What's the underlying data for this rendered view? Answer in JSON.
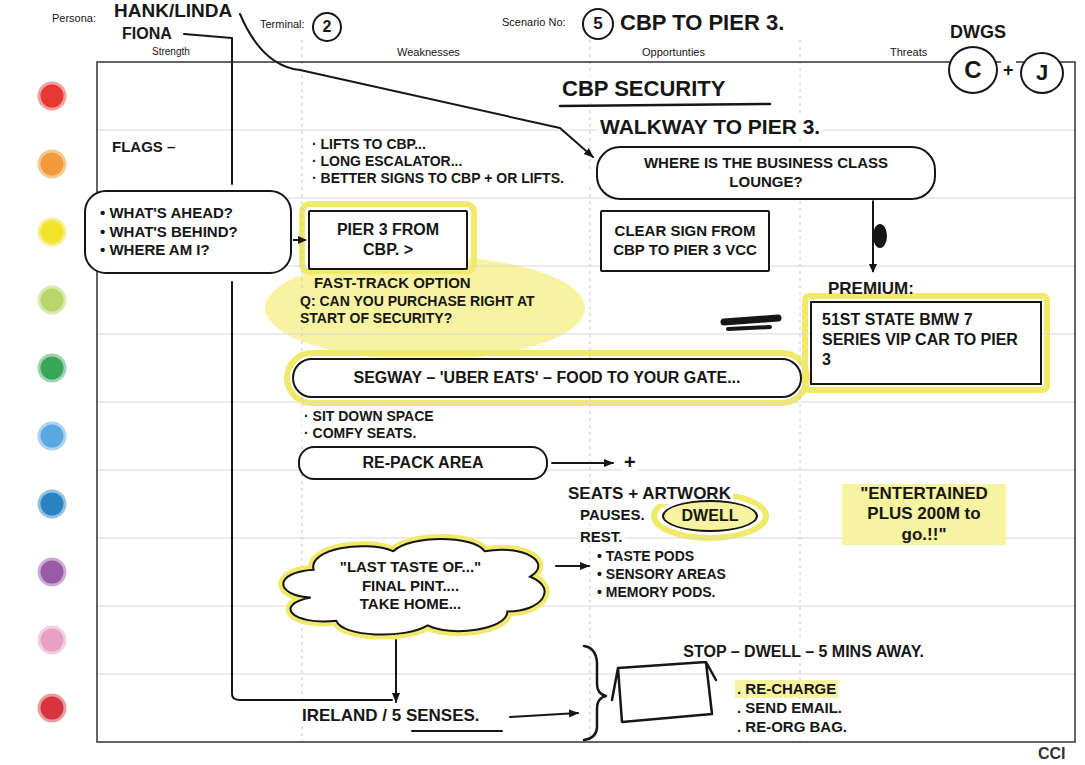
{
  "diagram": {
    "nodes": [
      {
        "text": [
          "2"
        ]
      },
      {
        "text": [
          "5"
        ]
      },
      {
        "text": [
          "C"
        ]
      },
      {
        "text": [
          "J"
        ]
      },
      {
        "text": [
          "WHERE IS THE BUSINESS CLASS LOUNGE?"
        ]
      },
      {
        "text": [
          "• WHAT'S AHEAD?",
          "• WHAT'S BEHIND?",
          "• WHERE AM I?"
        ]
      },
      {
        "text": [
          "PIER 3 FROM CBP. >"
        ]
      },
      {
        "text": [
          "CLEAR SIGN FROM CBP TO PIER 3 VCC"
        ]
      },
      {
        "text": [
          "PREMIUM:",
          "51ST STATE BMW 7 SERIES VIP CAR TO PIER 3"
        ]
      },
      {
        "text": [
          "SEGWAY – 'UBER EATS' – FOOD TO YOUR GATE..."
        ]
      },
      {
        "text": [
          "RE-PACK AREA"
        ]
      },
      {
        "text": [
          "DWELL"
        ]
      },
      {
        "text": [
          "\"LAST TASTE OF...\"",
          "FINAL PINT....",
          "TAKE HOME..."
        ]
      }
    ],
    "edges": [
      {
        "from": 5,
        "to": 6,
        "arrow": "to"
      },
      {
        "from": 4,
        "to": 8,
        "arrow": "to"
      }
    ],
    "labels": [
      "Persona:",
      "HANK/LINDA",
      "FIONA",
      "Strength",
      "Terminal:",
      "Weaknesses",
      "Scenario No:",
      "CBP TO PIER 3.",
      "Opportunties",
      "Threats",
      "DWGS",
      "+",
      "CBP SECURITY",
      "WALKWAY TO PIER 3.",
      "FLAGS –",
      "· LIFTS TO CBP...",
      "· LONG ESCALATOR...",
      "· BETTER SIGNS TO CBP + OR LIFTS.",
      "FAST-TRACK OPTION",
      "Q: CAN YOU PURCHASE RIGHT AT START OF SECURITY?",
      "· SIT DOWN SPACE",
      "· COMFY SEATS.",
      "+",
      "SEATS + ARTWORK",
      "PAUSES.",
      "REST.",
      "\"ENTERTAINED PLUS 200M to go.!!\"",
      "• TASTE PODS",
      "• SENSORY AREAS",
      "• MEMORY PODS.",
      "STOP – DWELL – 5 MINS AWAY.",
      ". RE-CHARGE",
      ". SEND EMAIL.",
      ". RE-ORG BAG.",
      "IRELAND / 5 SENSES.",
      "CCI"
    ]
  }
}
